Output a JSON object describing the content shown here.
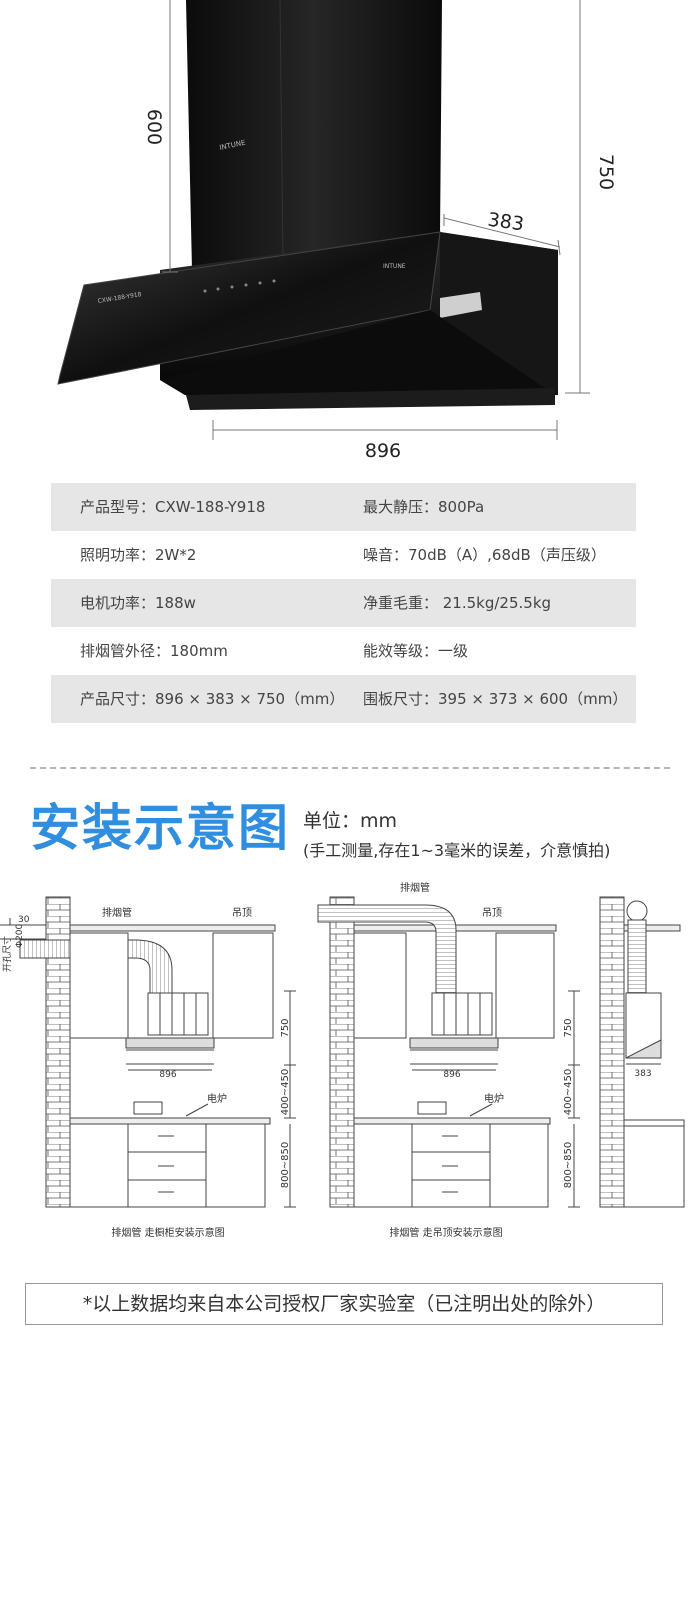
{
  "product": {
    "dimensions": {
      "height_label": "750",
      "panel_height_label": "600",
      "depth_label": "383",
      "width_label": "896"
    },
    "brand_logo_text": "INTUNE",
    "model_label": "CXW-188-Y918"
  },
  "specs": [
    {
      "left": "产品型号：CXW-188-Y918",
      "right": "最大静压：800Pa",
      "shaded": true
    },
    {
      "left": "照明功率：2W*2",
      "right": "噪音：70dB（A）,68dB（声压级）",
      "shaded": false
    },
    {
      "left": "电机功率：188w",
      "right": "净重毛重：  21.5kg/25.5kg",
      "shaded": true
    },
    {
      "left": "排烟管外径：180mm",
      "right": "能效等级：一级",
      "shaded": false
    },
    {
      "left": "产品尺寸：896 × 383 × 750（mm）",
      "right": "围板尺寸：395 × 373 × 600（mm）",
      "shaded": true
    }
  ],
  "install": {
    "title": "安装示意图",
    "unit": "单位：mm",
    "note": "(手工测量,存在1~3毫米的误差，介意慎拍)",
    "diagram1": {
      "pipe_label": "排烟管",
      "ceiling_label": "吊顶",
      "stove_label": "电炉",
      "hole_label": "开孔尺寸",
      "dim_30": "30",
      "dim_phi200": "Φ200",
      "dim_750": "750",
      "dim_896": "896",
      "dim_400_450": "400~450",
      "dim_800_850": "800~850",
      "caption": "排烟管 走橱柜安装示意图"
    },
    "diagram2": {
      "pipe_label": "排烟管",
      "ceiling_label": "吊顶",
      "stove_label": "电炉",
      "dim_750": "750",
      "dim_896": "896",
      "dim_400_450": "400~450",
      "dim_800_850": "800~850",
      "caption": "排烟管 走吊顶安装示意图"
    },
    "diagram3": {
      "dim_383": "383"
    }
  },
  "disclaimer": "*以上数据均来自本公司授权厂家实验室（已注明出处的除外）",
  "colors": {
    "title_blue": "#2f8ee0",
    "row_shade": "#e6e6e6",
    "hood_black": "#111111"
  }
}
